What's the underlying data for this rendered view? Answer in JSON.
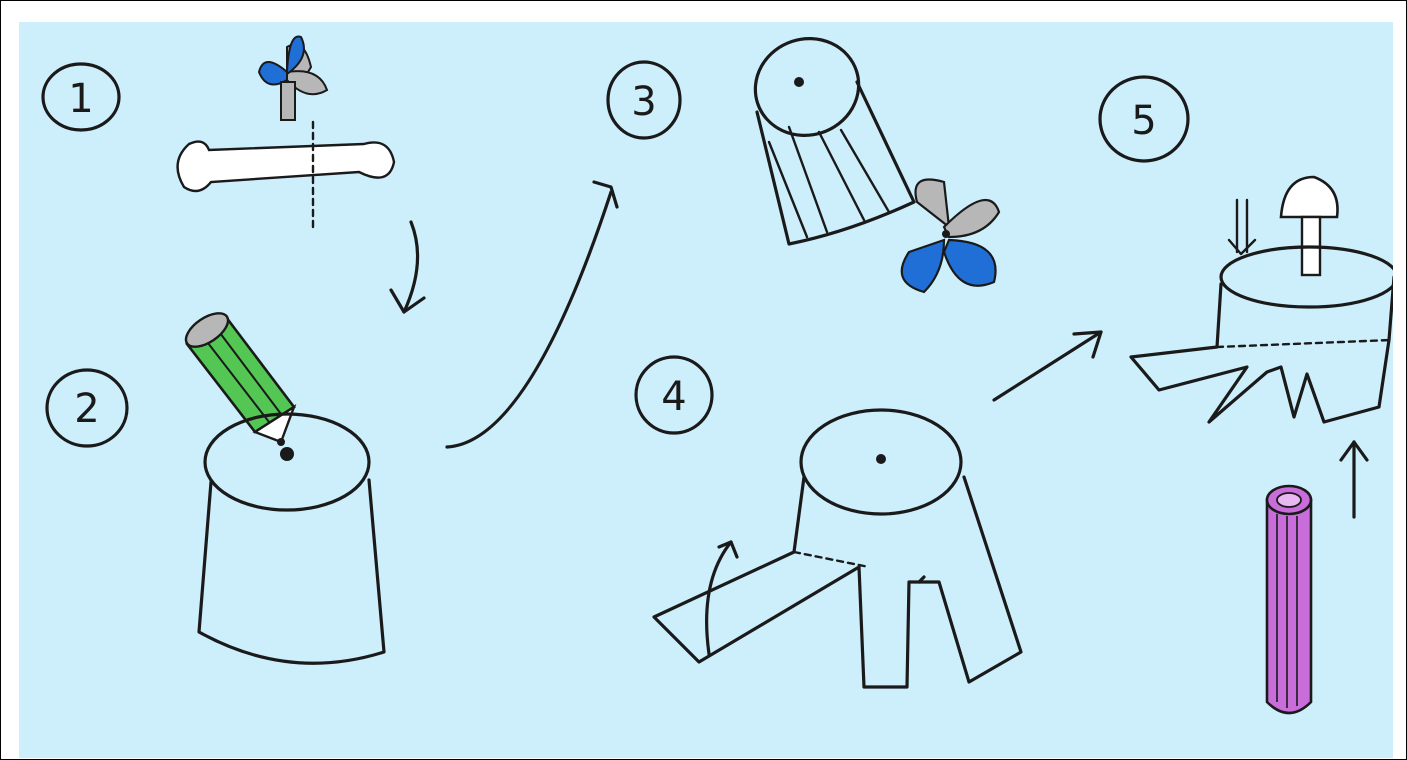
{
  "steps": [
    {
      "number": "1"
    },
    {
      "number": "2"
    },
    {
      "number": "3"
    },
    {
      "number": "4"
    },
    {
      "number": "5"
    }
  ],
  "colors": {
    "background": "#cdeefb",
    "ink": "#1a1a1a",
    "scissors_blue": "#1f6fd6",
    "scissors_gray": "#b7b7b7",
    "pencil_green": "#53c653",
    "straw_purple": "#c96ddb"
  },
  "icons": [
    "scissors-icon",
    "pushpin-icon",
    "pencil-icon",
    "cup-icon",
    "straw-icon",
    "arrow-icon"
  ]
}
